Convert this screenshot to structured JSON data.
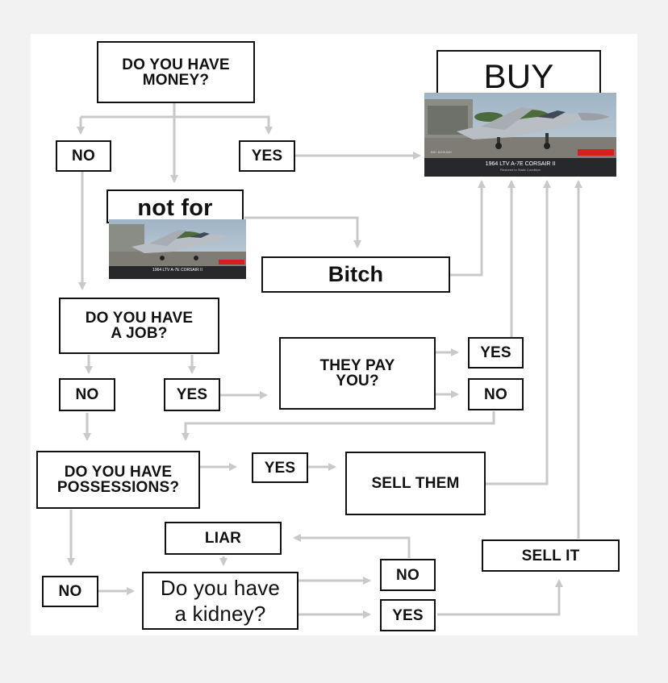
{
  "flowchart": {
    "q_money": "DO YOU HAVE\nMONEY?",
    "money_no": "NO",
    "money_yes": "YES",
    "buy": "BUY",
    "not_for": "not for",
    "bitch": "Bitch",
    "q_job": "DO YOU HAVE\nA JOB?",
    "job_no": "NO",
    "job_yes": "YES",
    "q_pay": "THEY PAY\nYOU?",
    "pay_yes": "YES",
    "pay_no": "NO",
    "q_possessions": "DO YOU HAVE\nPOSSESSIONS?",
    "poss_yes": "YES",
    "sell_them": "SELL THEM",
    "liar": "LIAR",
    "sell_it": "SELL IT",
    "poss_no": "NO",
    "q_kidney": "Do you have\na kidney?",
    "kidney_no": "NO",
    "kidney_yes": "YES"
  },
  "listing": {
    "title": "1964 LTV A-7E CORSAIR II",
    "subtitle": "Restored to Static Condition",
    "price_text": "BID: $105,000",
    "badge_color": "#d81e1e"
  },
  "colors": {
    "arrow": "#c9c9c9",
    "border": "#111111"
  }
}
